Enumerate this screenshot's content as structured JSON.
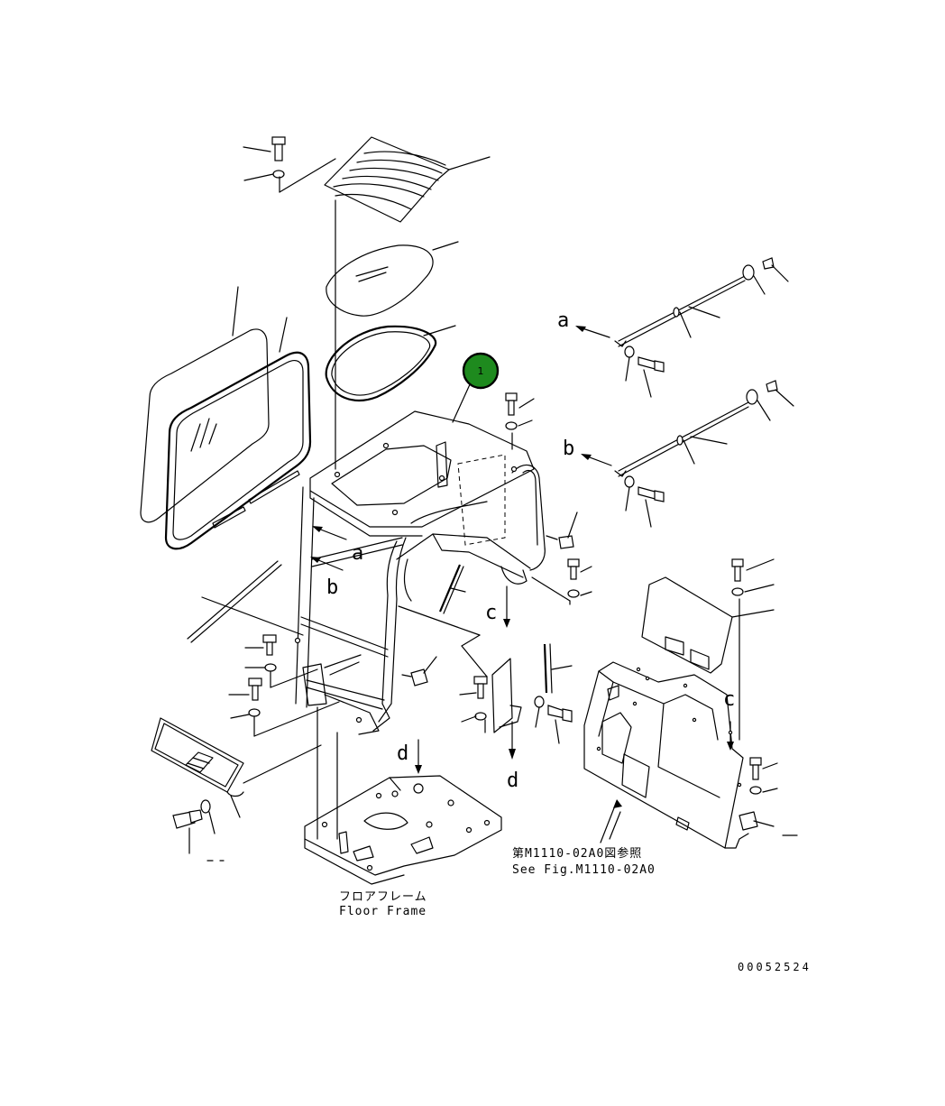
{
  "callout": {
    "number": "1",
    "color": "#1e8a1e"
  },
  "labels": {
    "a_left": "a",
    "a_right": "a",
    "b_left": "b",
    "b_right": "b",
    "c_left": "c",
    "c_right": "c",
    "d_top": "d",
    "d_bottom": "d"
  },
  "captions": {
    "floor_frame_jp": "フロアフレーム",
    "floor_frame_en": "Floor Frame",
    "see_fig_jp": "第M1110-02A0図参照",
    "see_fig_en": "See Fig.M1110-02A0"
  },
  "drawing_number": "00052524"
}
